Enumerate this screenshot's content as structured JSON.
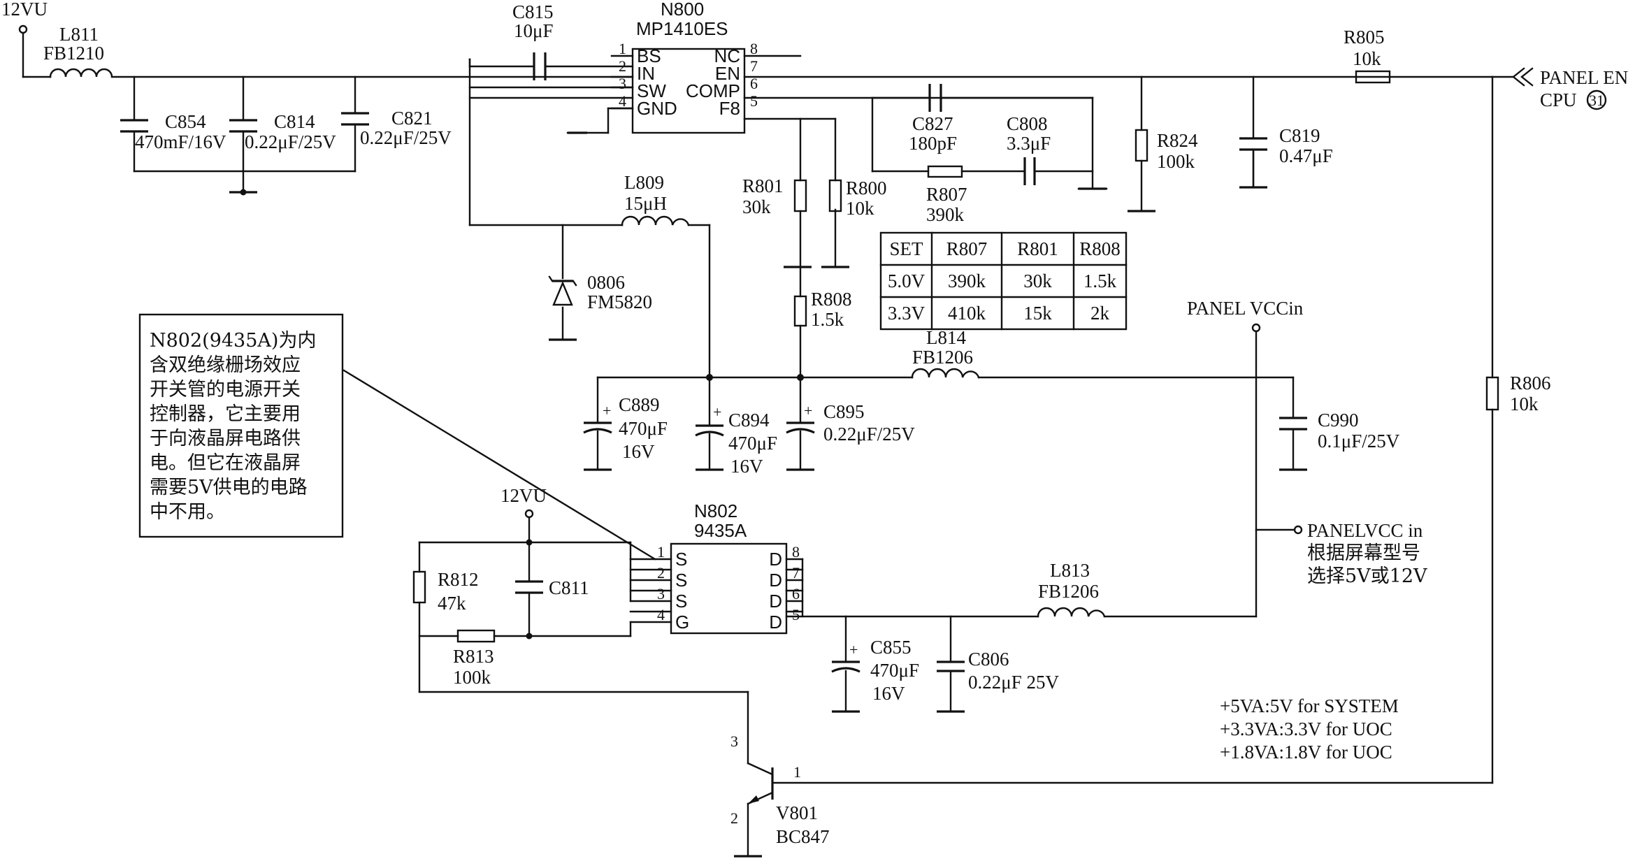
{
  "net_labels": {
    "vcc_in_top": "12VU",
    "vcc_in_bottom": "12VU",
    "panel_en": "PANEL EN",
    "cpu": "CPU",
    "cpu_pin": "31",
    "panel_vccin": "PANEL VCCin",
    "panelvcc_in": "PANELVCC in",
    "panelvcc_note_1": "根据屏幕型号",
    "panelvcc_note_2": "选择5V或12V"
  },
  "ic_n800": {
    "ref": "N800",
    "part": "MP1410ES",
    "pins_left": [
      {
        "num": "1",
        "name": "BS"
      },
      {
        "num": "2",
        "name": "IN"
      },
      {
        "num": "3",
        "name": "SW"
      },
      {
        "num": "4",
        "name": "GND"
      }
    ],
    "pins_right": [
      {
        "num": "8",
        "name": "NC"
      },
      {
        "num": "7",
        "name": "EN"
      },
      {
        "num": "6",
        "name": "COMP"
      },
      {
        "num": "5",
        "name": "F8"
      }
    ]
  },
  "ic_n802": {
    "ref": "N802",
    "part": "9435A",
    "pins_left": [
      {
        "num": "1",
        "name": "S"
      },
      {
        "num": "2",
        "name": "S"
      },
      {
        "num": "3",
        "name": "S"
      },
      {
        "num": "4",
        "name": "G"
      }
    ],
    "pins_right": [
      {
        "num": "8",
        "name": "D"
      },
      {
        "num": "7",
        "name": "D"
      },
      {
        "num": "6",
        "name": "D"
      },
      {
        "num": "5",
        "name": "D"
      }
    ]
  },
  "components": {
    "l811": {
      "ref": "L811",
      "value": "FB1210"
    },
    "c854": {
      "ref": "C854",
      "value": "470mF/16V"
    },
    "c814": {
      "ref": "C814",
      "value": "0.22μF/25V"
    },
    "c821": {
      "ref": "C821",
      "value": "0.22μF/25V"
    },
    "c815": {
      "ref": "C815",
      "value": "10μF"
    },
    "l809": {
      "ref": "L809",
      "value": "15μH"
    },
    "d0806": {
      "ref": "0806",
      "value": "FM5820"
    },
    "r801": {
      "ref": "R801",
      "value": "30k"
    },
    "r800": {
      "ref": "R800",
      "value": "10k"
    },
    "c827": {
      "ref": "C827",
      "value": "180pF"
    },
    "c808": {
      "ref": "C808",
      "value": "3.3μF"
    },
    "r807": {
      "ref": "R807",
      "value": "390k"
    },
    "r808": {
      "ref": "R808",
      "value": "1.5k"
    },
    "r824": {
      "ref": "R824",
      "value": "100k"
    },
    "c819": {
      "ref": "C819",
      "value": "0.47μF"
    },
    "r805": {
      "ref": "R805",
      "value": "10k"
    },
    "l814": {
      "ref": "L814",
      "value": "FB1206"
    },
    "c889": {
      "ref": "C889",
      "value": "470μF",
      "value2": "16V"
    },
    "c894": {
      "ref": "C894",
      "value": "470μF",
      "value2": "16V"
    },
    "c895": {
      "ref": "C895",
      "value": "0.22μF/25V"
    },
    "c990": {
      "ref": "C990",
      "value": "0.1μF/25V"
    },
    "r806": {
      "ref": "R806",
      "value": "10k"
    },
    "r812": {
      "ref": "R812",
      "value": "47k"
    },
    "c811": {
      "ref": "C811",
      "value": ""
    },
    "r813": {
      "ref": "R813",
      "value": "100k"
    },
    "l813": {
      "ref": "L813",
      "value": "FB1206"
    },
    "c855": {
      "ref": "C855",
      "value": "470μF",
      "value2": "16V"
    },
    "c806": {
      "ref": "C806",
      "value": "0.22μF 25V"
    },
    "v801": {
      "ref": "V801",
      "value": "BC847",
      "pin_c": "3",
      "pin_b": "1",
      "pin_e": "2"
    }
  },
  "table": {
    "headers": [
      "SET",
      "R807",
      "R801",
      "R808"
    ],
    "rows": [
      [
        "5.0V",
        "390k",
        "30k",
        "1.5k"
      ],
      [
        "3.3V",
        "410k",
        "15k",
        "2k"
      ]
    ]
  },
  "note_box": {
    "lines": [
      "N802(9435A)为内",
      "含双绝缘栅场效应",
      "开关管的电源开关",
      "控制器，它主要用",
      "于向液晶屏电路供",
      "电。但它在液晶屏",
      "需要5V供电的电路",
      "中不用。"
    ]
  },
  "rail_notes": [
    "+5VA:5V for SYSTEM",
    "+3.3VA:3.3V for UOC",
    "+1.8VA:1.8V for UOC"
  ]
}
